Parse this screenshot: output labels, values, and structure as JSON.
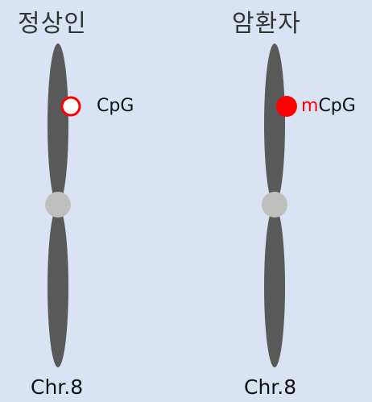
{
  "panels": [
    {
      "title": "정상인",
      "chromosome_label": "Chr.8",
      "site": {
        "label": "CpG",
        "methylated": false
      }
    },
    {
      "title": "암환자",
      "chromosome_label": "Chr.8",
      "site": {
        "prefix": "m",
        "label": "CpG",
        "methylated": true
      }
    }
  ],
  "colors": {
    "background": "#dae3f3",
    "chromatid": "#595959",
    "centromere": "#bfbfbf",
    "methylated_site": "#ff0000",
    "unmethylated_site_fill": "#ffffff",
    "unmethylated_site_stroke": "#ff0000"
  }
}
